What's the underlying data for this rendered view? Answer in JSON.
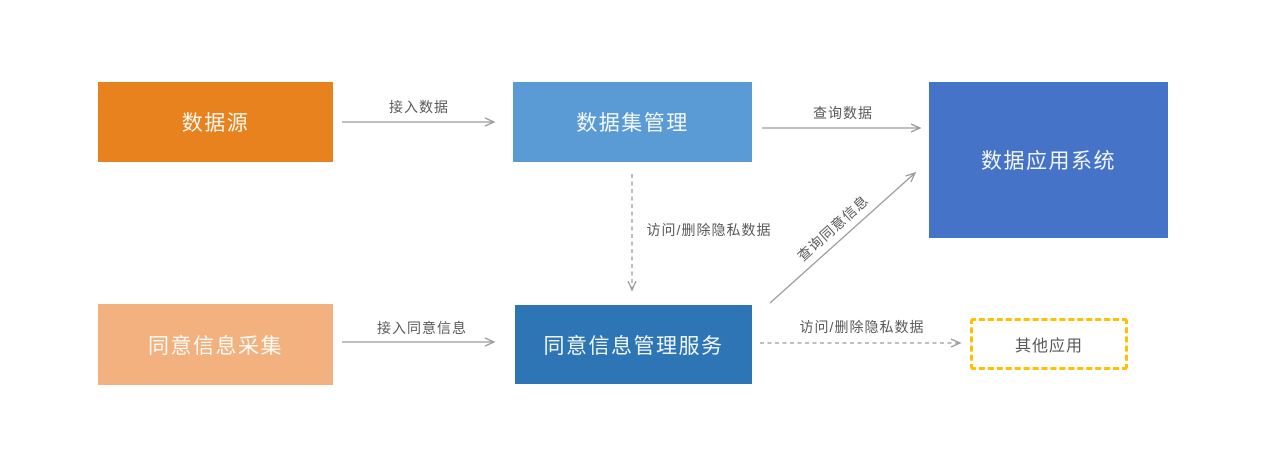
{
  "diagram": {
    "type": "flow-diagram",
    "background": "#ffffff",
    "nodes": [
      {
        "id": "data-source",
        "label": "数据源",
        "fill": "#E8821E",
        "text_color": "#FFFFFF",
        "shape": "solid-rect"
      },
      {
        "id": "dataset-management",
        "label": "数据集管理",
        "fill": "#5B9BD5",
        "text_color": "#FFFFFF",
        "shape": "solid-rect"
      },
      {
        "id": "data-application-system",
        "label": "数据应用系统",
        "fill": "#4573C8",
        "text_color": "#FFFFFF",
        "shape": "solid-rect"
      },
      {
        "id": "consent-info-collection",
        "label": "同意信息采集",
        "fill": "#F2B17E",
        "text_color": "#FFFFFF",
        "shape": "solid-rect"
      },
      {
        "id": "consent-management-service",
        "label": "同意信息管理服务",
        "fill": "#2E75B6",
        "text_color": "#FFFFFF",
        "shape": "solid-rect"
      },
      {
        "id": "other-applications",
        "label": "其他应用",
        "fill": "#FFFFFF",
        "border_color": "#FFC000",
        "text_color": "#595959",
        "shape": "dashed-border-rect"
      }
    ],
    "edges": [
      {
        "from": "data-source",
        "to": "dataset-management",
        "label": "接入数据",
        "style": "solid"
      },
      {
        "from": "dataset-management",
        "to": "data-application-system",
        "label": "查询数据",
        "style": "solid"
      },
      {
        "from": "dataset-management",
        "to": "consent-management-service",
        "label": "访问/删除隐私数据",
        "style": "dashed"
      },
      {
        "from": "consent-management-service",
        "to": "data-application-system",
        "label": "查询同意信息",
        "style": "solid",
        "label_rotation_deg": -42
      },
      {
        "from": "consent-info-collection",
        "to": "consent-management-service",
        "label": "接入同意信息",
        "style": "solid"
      },
      {
        "from": "consent-management-service",
        "to": "other-applications",
        "label": "访问/删除隐私数据",
        "style": "dashed"
      }
    ],
    "colors": {
      "arrow_line": "#9B9B9B",
      "edge_label_text": "#595959",
      "accent_orange": "#E8821E",
      "accent_light_orange": "#F2B17E",
      "accent_light_blue": "#5B9BD5",
      "accent_mid_blue": "#2E75B6",
      "accent_dark_blue": "#4573C8",
      "accent_yellow": "#FFC000"
    }
  }
}
